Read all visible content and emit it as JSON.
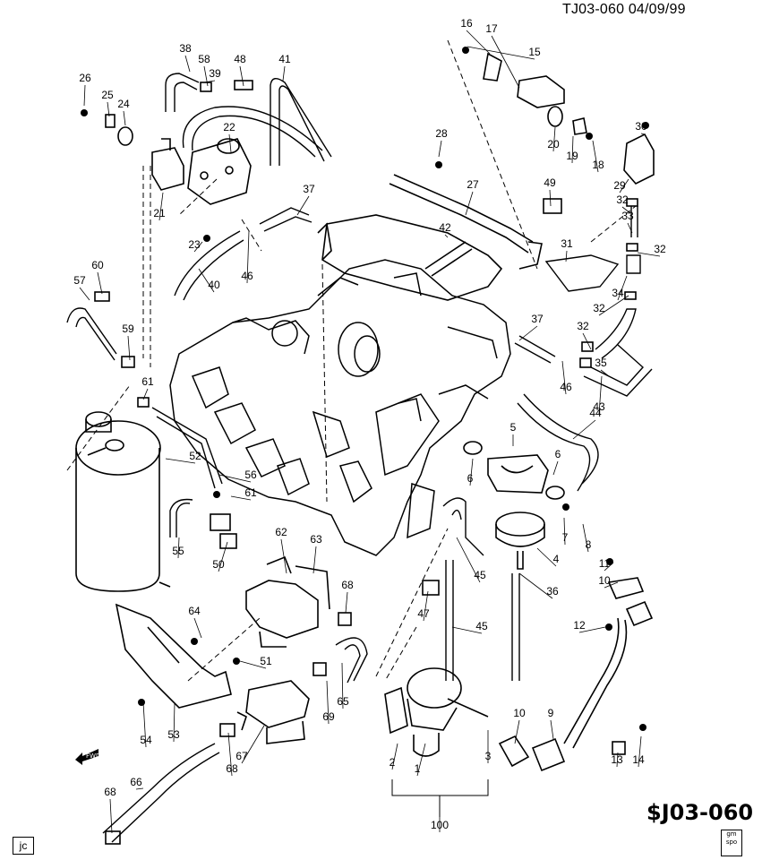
{
  "header": {
    "ref": "TJ03-060  04/09/99"
  },
  "footer": {
    "code": "$J03-060",
    "corner_tag": "jc",
    "logo_top": "gm",
    "logo_bottom": "spo",
    "fwd_label": "FWD"
  },
  "callouts": [
    {
      "n": "1"
    },
    {
      "n": "2"
    },
    {
      "n": "3"
    },
    {
      "n": "4"
    },
    {
      "n": "5"
    },
    {
      "n": "6"
    },
    {
      "n": "6"
    },
    {
      "n": "7"
    },
    {
      "n": "8"
    },
    {
      "n": "9"
    },
    {
      "n": "10"
    },
    {
      "n": "10"
    },
    {
      "n": "11"
    },
    {
      "n": "12"
    },
    {
      "n": "13"
    },
    {
      "n": "14"
    },
    {
      "n": "15"
    },
    {
      "n": "16"
    },
    {
      "n": "17"
    },
    {
      "n": "18"
    },
    {
      "n": "19"
    },
    {
      "n": "20"
    },
    {
      "n": "21"
    },
    {
      "n": "22"
    },
    {
      "n": "23"
    },
    {
      "n": "24"
    },
    {
      "n": "25"
    },
    {
      "n": "26"
    },
    {
      "n": "27"
    },
    {
      "n": "28"
    },
    {
      "n": "29"
    },
    {
      "n": "30"
    },
    {
      "n": "31"
    },
    {
      "n": "32"
    },
    {
      "n": "32"
    },
    {
      "n": "32"
    },
    {
      "n": "32"
    },
    {
      "n": "33"
    },
    {
      "n": "34"
    },
    {
      "n": "35"
    },
    {
      "n": "36"
    },
    {
      "n": "37"
    },
    {
      "n": "37"
    },
    {
      "n": "38"
    },
    {
      "n": "39"
    },
    {
      "n": "40"
    },
    {
      "n": "41"
    },
    {
      "n": "42"
    },
    {
      "n": "43"
    },
    {
      "n": "44"
    },
    {
      "n": "45"
    },
    {
      "n": "45"
    },
    {
      "n": "46"
    },
    {
      "n": "46"
    },
    {
      "n": "47"
    },
    {
      "n": "48"
    },
    {
      "n": "49"
    },
    {
      "n": "50"
    },
    {
      "n": "51"
    },
    {
      "n": "52"
    },
    {
      "n": "53"
    },
    {
      "n": "54"
    },
    {
      "n": "55"
    },
    {
      "n": "56"
    },
    {
      "n": "57"
    },
    {
      "n": "58"
    },
    {
      "n": "59"
    },
    {
      "n": "60"
    },
    {
      "n": "61"
    },
    {
      "n": "61"
    },
    {
      "n": "62"
    },
    {
      "n": "63"
    },
    {
      "n": "64"
    },
    {
      "n": "65"
    },
    {
      "n": "66"
    },
    {
      "n": "67"
    },
    {
      "n": "68"
    },
    {
      "n": "68"
    },
    {
      "n": "68"
    },
    {
      "n": "69"
    },
    {
      "n": "100"
    }
  ]
}
